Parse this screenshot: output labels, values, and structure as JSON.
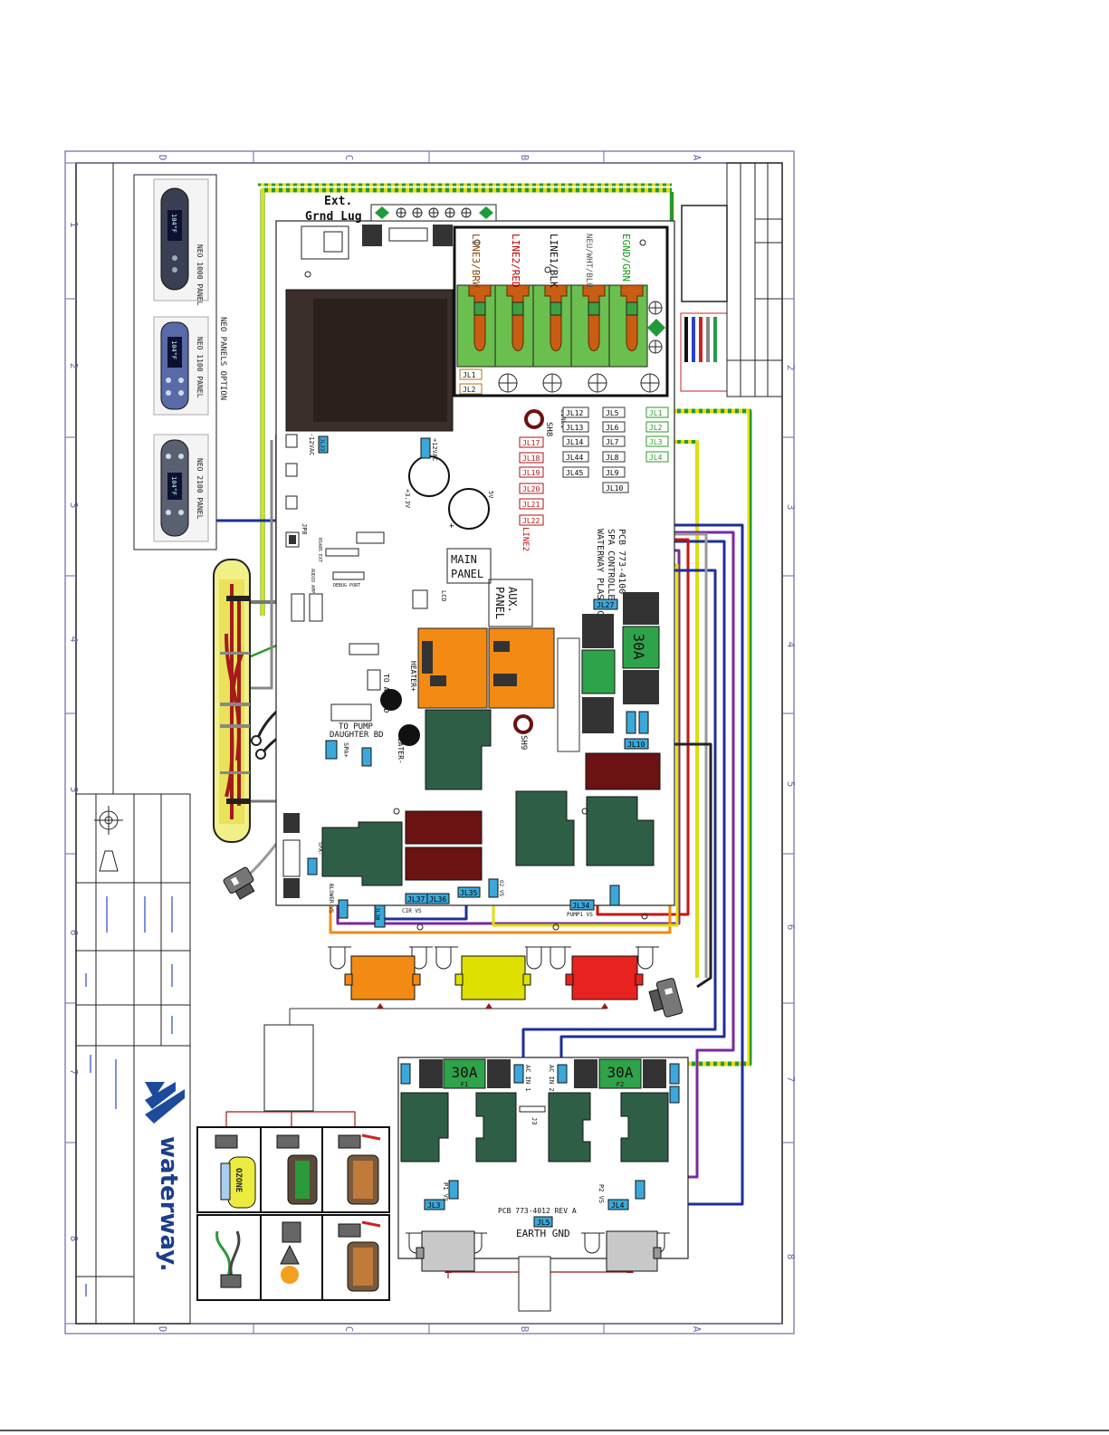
{
  "frame": {
    "zone_letters_top": [
      "D",
      "C",
      "B",
      "A"
    ],
    "zone_letters_bottom": [
      "D",
      "C",
      "B",
      "A"
    ],
    "zone_numbers_left": [
      "1",
      "2",
      "3",
      "4",
      "5",
      "6",
      "7",
      "8"
    ],
    "zone_numbers_right": [
      "2",
      "3",
      "4",
      "5",
      "6",
      "7",
      "8"
    ]
  },
  "panels": {
    "title": "NEO PANELS OPTION",
    "items": [
      {
        "label": "NEO 1000 PANEL",
        "screen": "104°F"
      },
      {
        "label": "NEO 1100 PANEL",
        "screen": "104°F"
      },
      {
        "label": "NEO 2100 PANEL",
        "screen": "104°F"
      }
    ]
  },
  "ground_lug": {
    "line1": "Ext.",
    "line2": "Grnd Lug"
  },
  "terminal_block": {
    "wires": [
      {
        "label": "LINE3/BRW",
        "color": "#8b4a10"
      },
      {
        "label": "LINE2/RED",
        "color": "#c00000"
      },
      {
        "label": "LINE1/BLK",
        "color": "#111111"
      },
      {
        "label": "NEU/WHT/BLU",
        "color": "#555555"
      },
      {
        "label": "EGND/GRN",
        "color": "#1a9a1a"
      }
    ],
    "jl_tags": [
      "JL1",
      "JL2"
    ]
  },
  "main_board": {
    "labels": {
      "shb": "SH8",
      "sh9": "SH9",
      "line1": "LINE1",
      "line2": "LINE2",
      "main_panel_1": "MAIN",
      "main_panel_2": "PANEL",
      "aux_panel_1": "AUX.",
      "aux_panel_2": "PANEL",
      "heater_plus": "HEATER+",
      "heater_minus": "HEATER-",
      "to_pump_1": "TO PUMP",
      "to_pump_2": "DAUGHTER BD",
      "to_aux": "TO AUX BD",
      "debug": "DEBUG PORT",
      "rs485": "RS485 EXT",
      "jp8": "JP8",
      "audio": "AUDIO AMP",
      "jl33": "JL33",
      "v12_1": "-12VAC",
      "v12_2": "+12VAC",
      "v13": "+3.3V",
      "v5": "5V",
      "fuse": "30A",
      "spa": "SPA+",
      "spa2": "SPA-",
      "blower": "BLOWER VS",
      "o2": "O2 VS",
      "cir": "CIR VS",
      "pump1": "PUMP1 VS",
      "company_1": "WATERWAY PLASTICS",
      "company_2": "SPA CONTROLLER",
      "company_3": "PCB 773-4100"
    },
    "jl_right": [
      "JL5",
      "JL6",
      "JL7",
      "JL8",
      "JL9",
      "JL10"
    ],
    "jl_mid": [
      "JL12",
      "JL13",
      "JL14",
      "JL44",
      "JL45"
    ],
    "jl_left": [
      "JL17",
      "JL18",
      "JL19",
      "JL20",
      "JL21",
      "JL22"
    ],
    "jl_green": [
      "JL1",
      "JL2",
      "JL3",
      "JL4"
    ],
    "jl_misc": {
      "jl27": "JL27",
      "jl10": "JL10",
      "jl37": "JL37",
      "jl36": "JL36",
      "jl35": "JL35",
      "jl34": "JL34",
      "jl30": "JL30"
    }
  },
  "daughter_board": {
    "fuse1": "30A",
    "f1": "F1",
    "fuse2": "30A",
    "f2": "F2",
    "ac1": "AC IN 1",
    "ac2": "AC IN 2",
    "j3": "J3",
    "p1": "P1 VS",
    "p2": "P2 VS",
    "jl3": "JL3",
    "jl4": "JL4",
    "jl5": "JL5",
    "pcb": "PCB 773-4012 REV A",
    "earth": "EARTH GND"
  },
  "accessories": {
    "ozone": "OZONE"
  },
  "brand": {
    "name": "waterway."
  },
  "colors": {
    "orange": "#f28a14",
    "yellow": "#dde000",
    "red": "#e8221e",
    "dark_green": "#2f5e47",
    "green": "#1a9a1a",
    "blue": "#1c2f9a",
    "purple": "#7a2aa0",
    "maroon": "#6b1212",
    "jl_blue": "#3ba8d9"
  }
}
